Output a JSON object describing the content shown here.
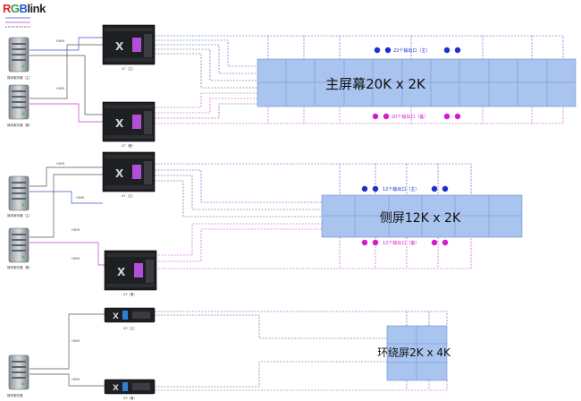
{
  "logo": {
    "text": "RGBlink",
    "parts": [
      "R",
      "G",
      "B",
      "link"
    ]
  },
  "screens": {
    "main": {
      "title": "主屏幕20K x 2K",
      "top_label": "22个输出口（主）",
      "bottom_label": "20个输出口（备）"
    },
    "side": {
      "title": "侧屏12K x 2K",
      "top_label": "12个输出口（主）",
      "bottom_label": "12个输出口（备）"
    },
    "wrap": {
      "title": "环绕屏2K x 4K"
    }
  },
  "servers": {
    "s1": "媒体服务器（主）",
    "s2": "媒体服务器（备）",
    "s3": "媒体服务器（主）",
    "s4": "媒体服务器（备）",
    "s5": "媒体服务器"
  },
  "processors": {
    "p1": "X7（主）",
    "p2": "X7（备）",
    "p3": "X7（主）",
    "p4": "X7（备）",
    "p5": "X3（主）",
    "p6": "X3（备）"
  },
  "link_label": "HDMI",
  "colors": {
    "primary_line": "#3b55c9",
    "backup_line": "#c23bd0",
    "cable_dark": "#555555",
    "screen_fill": "#a9c4ef",
    "screen_grid": "#6f8fcf",
    "dot_primary": "#1c2fd0",
    "dot_backup": "#d21ad4"
  }
}
